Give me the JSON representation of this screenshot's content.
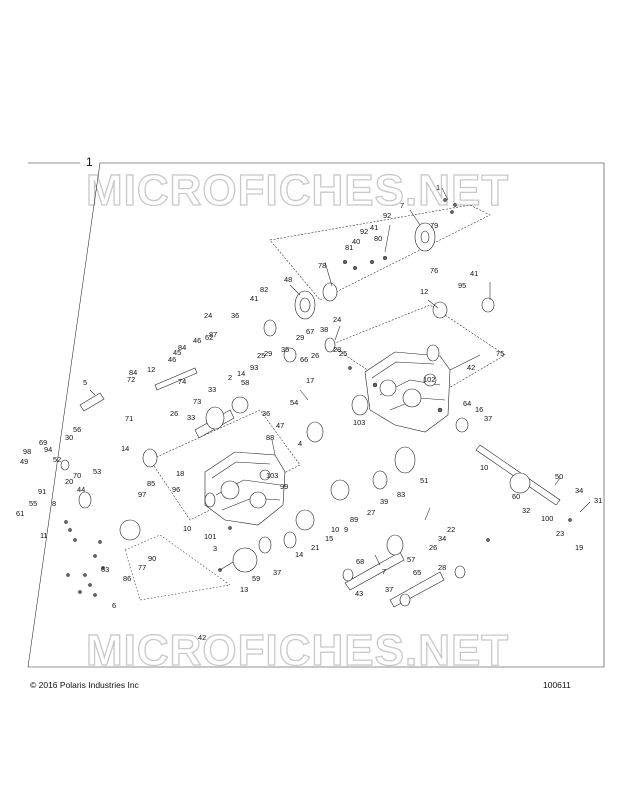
{
  "diagram": {
    "assembly_number": "1",
    "copyright": "© 2016 Polaris Industries Inc",
    "figure_id": "100611",
    "watermark_top": "MICROFICHES.NET",
    "watermark_bottom": "MICROFICHES.NET",
    "callouts": [
      "1",
      "7",
      "79",
      "41",
      "92",
      "81",
      "40",
      "76",
      "78",
      "80",
      "92",
      "41",
      "95",
      "48",
      "82",
      "41",
      "36",
      "24",
      "12",
      "75",
      "87",
      "84",
      "46",
      "62",
      "46",
      "45",
      "84",
      "12",
      "72",
      "24",
      "35",
      "29",
      "67",
      "38",
      "29",
      "66",
      "25",
      "26",
      "28",
      "25",
      "2",
      "93",
      "14",
      "33",
      "74",
      "73",
      "58",
      "33",
      "26",
      "71",
      "14",
      "42",
      "102",
      "103",
      "36",
      "47",
      "88",
      "17",
      "54",
      "4",
      "64",
      "16",
      "37",
      "69",
      "94",
      "30",
      "56",
      "52",
      "98",
      "49",
      "20",
      "70",
      "53",
      "91",
      "99",
      "55",
      "61",
      "11",
      "8",
      "44",
      "85",
      "97",
      "96",
      "18",
      "103",
      "10",
      "10",
      "101",
      "3",
      "86",
      "90",
      "77",
      "63",
      "6",
      "5",
      "51",
      "83",
      "39",
      "27",
      "89",
      "9",
      "10",
      "60",
      "50",
      "32",
      "34",
      "31",
      "100",
      "23",
      "19",
      "22",
      "34",
      "26",
      "14",
      "21",
      "15",
      "68",
      "37",
      "59",
      "13",
      "7",
      "57",
      "65",
      "28",
      "43",
      "37",
      "42"
    ]
  }
}
